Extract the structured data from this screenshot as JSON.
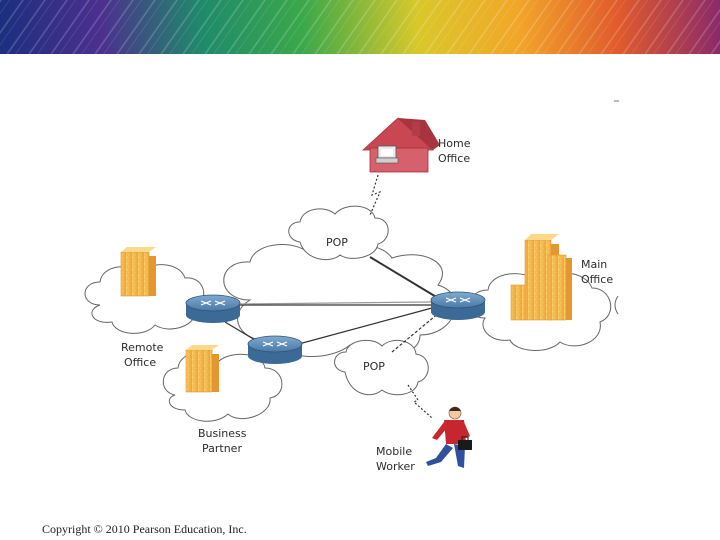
{
  "labels": {
    "home_office": [
      "Home",
      "Office"
    ],
    "pop_top": "POP",
    "main_office": [
      "Main",
      "Office"
    ],
    "remote_office": [
      "Remote",
      "Office"
    ],
    "pop_bottom": "POP",
    "business_partner": [
      "Business",
      "Partner"
    ],
    "mobile_worker": [
      "Mobile",
      "Worker"
    ]
  },
  "footer": {
    "copyright": "Copyright © 2010 Pearson Education, Inc."
  },
  "colors": {
    "cloud_stroke": "#555555",
    "router_blue": "#3f6f9a",
    "building_orange": "#f7b64a",
    "house_red": "#c94752",
    "worker_red": "#c8262e",
    "worker_blue": "#2f4f9f"
  }
}
